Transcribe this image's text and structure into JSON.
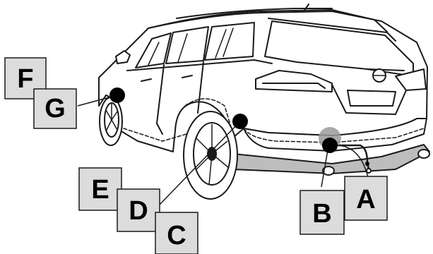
{
  "diagram": {
    "labels": {
      "A": "A",
      "B": "B",
      "C": "C",
      "D": "D",
      "E": "E",
      "F": "F",
      "G": "G"
    },
    "colors": {
      "line": "#1a1a1a",
      "label_box": "#dcdcdc",
      "marker": "#000000",
      "lower_trim": "#bdbdbd",
      "hitch_shading": "#9a9a9a"
    }
  }
}
